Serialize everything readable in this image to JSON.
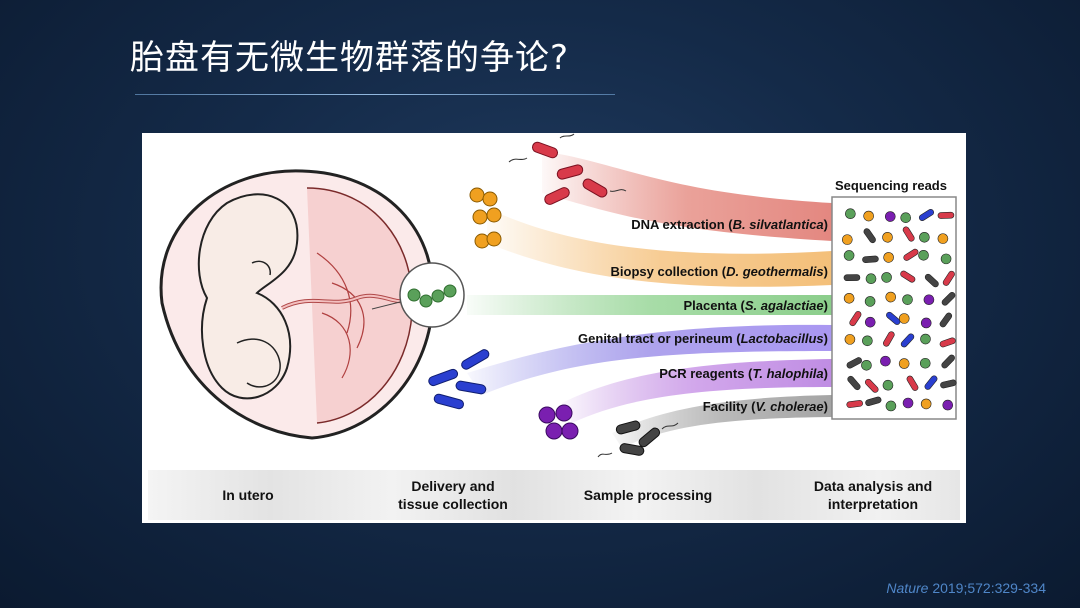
{
  "slide": {
    "title": "胎盘有无微生物群落的争论?",
    "citation_journal": "Nature",
    "citation_ref": " 2019;572:329-334"
  },
  "figure": {
    "sequencing_title": "Sequencing reads",
    "bands": [
      {
        "label": "DNA extraction (",
        "organism": "B. silvatlantica",
        "close": ")",
        "color": "#e07a72"
      },
      {
        "label": "Biopsy collection (",
        "organism": "D. geothermalis",
        "close": ")",
        "color": "#f2b86a"
      },
      {
        "label": "Placenta (",
        "organism": "S. agalactiae",
        "close": ")",
        "color": "#7ec87e"
      },
      {
        "label": "Genital tract or perineum (",
        "organism": "Lactobacillus",
        "close": ")",
        "color": "#8a70d8"
      },
      {
        "label": "PCR reagents (",
        "organism": "T. halophila",
        "close": ")",
        "color": "#b070d8"
      },
      {
        "label": "Facility (",
        "organism": "V. cholerae",
        "close": ")",
        "color": "#8c8c8c"
      }
    ],
    "stages": [
      {
        "line1": "In utero",
        "line2": ""
      },
      {
        "line1": "Delivery and",
        "line2": "tissue collection"
      },
      {
        "line1": "Sample processing",
        "line2": ""
      },
      {
        "line1": "Data analysis and",
        "line2": "interpretation"
      }
    ],
    "colors": {
      "dna_extraction": "#e07a72",
      "biopsy": "#f2b86a",
      "placenta": "#7ec87e",
      "genital": "#8a70d8",
      "pcr": "#b070d8",
      "facility": "#8c8c8c",
      "blue_bacteria": "#2a3fd0",
      "red_bacteria": "#d83a4a",
      "orange_cocci": "#f0a020",
      "purple_cocci": "#7a1fb0",
      "green_cocci": "#5aa05a"
    }
  }
}
